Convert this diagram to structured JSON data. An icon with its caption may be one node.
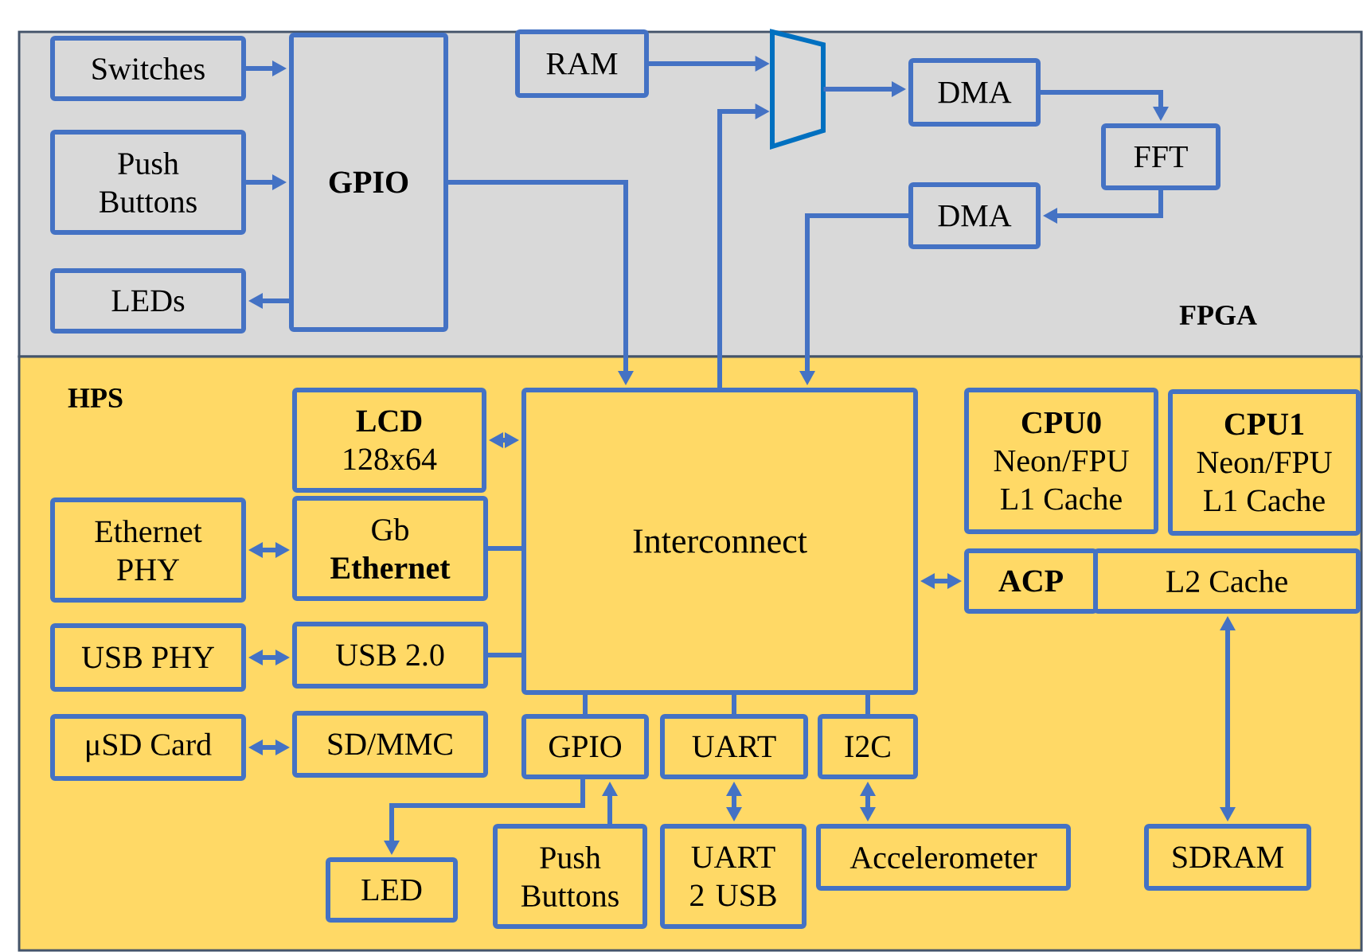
{
  "diagram": {
    "nodes": [
      {
        "text": [
          "FPGA"
        ]
      },
      {
        "text": [
          "HPS"
        ]
      },
      {
        "text": [
          "Switches"
        ],
        "in": 0
      },
      {
        "text": [
          "Push Buttons"
        ],
        "in": 0
      },
      {
        "text": [
          "LEDs"
        ],
        "in": 0
      },
      {
        "text": [
          "GPIO"
        ],
        "in": 0
      },
      {
        "text": [
          "RAM"
        ],
        "in": 0
      },
      {
        "text": [],
        "shape": "trapezoid",
        "in": 0
      },
      {
        "text": [
          "DMA"
        ],
        "in": 0
      },
      {
        "text": [
          "FFT"
        ],
        "in": 0
      },
      {
        "text": [
          "DMA"
        ],
        "in": 0
      },
      {
        "text": [
          "LCD",
          "128x64"
        ],
        "in": 1
      },
      {
        "text": [
          "Interconnect"
        ],
        "in": 1
      },
      {
        "text": [
          "CPU0",
          "Neon/FPU",
          "L1 Cache"
        ],
        "in": 1
      },
      {
        "text": [
          "CPU1",
          "Neon/FPU",
          "L1 Cache"
        ],
        "in": 1
      },
      {
        "text": [
          "ACP"
        ],
        "in": 1
      },
      {
        "text": [
          "L2 Cache"
        ],
        "in": 1
      },
      {
        "text": [
          "Ethernet PHY"
        ],
        "in": 1
      },
      {
        "text": [
          "Gb",
          "Ethernet"
        ],
        "in": 1
      },
      {
        "text": [
          "USB PHY"
        ],
        "in": 1
      },
      {
        "text": [
          "USB 2.0"
        ],
        "in": 1
      },
      {
        "text": [
          "μSD Card"
        ],
        "in": 1
      },
      {
        "text": [
          "SD/MMC"
        ],
        "in": 1
      },
      {
        "text": [
          "GPIO"
        ],
        "in": 1
      },
      {
        "text": [
          "UART"
        ],
        "in": 1
      },
      {
        "text": [
          "I2C"
        ],
        "in": 1
      },
      {
        "text": [
          "LED"
        ],
        "in": 1
      },
      {
        "text": [
          "Push Buttons"
        ],
        "in": 1
      },
      {
        "text": [
          "UART 2 USB"
        ],
        "in": 1
      },
      {
        "text": [
          "Accelerometer"
        ],
        "in": 1
      },
      {
        "text": [
          "SDRAM"
        ],
        "in": 1
      }
    ],
    "edges": [
      {
        "from": 2,
        "to": 5,
        "arrow": "to"
      },
      {
        "from": 3,
        "to": 5,
        "arrow": "to"
      },
      {
        "from": 5,
        "to": 4,
        "arrow": "to"
      },
      {
        "from": 6,
        "to": 7,
        "arrow": "to"
      },
      {
        "from": 12,
        "to": 7,
        "arrow": "to"
      },
      {
        "from": 7,
        "to": 8,
        "arrow": "to"
      },
      {
        "from": 8,
        "to": 9,
        "arrow": "to"
      },
      {
        "from": 9,
        "to": 10,
        "arrow": "to"
      },
      {
        "from": 10,
        "to": 12,
        "arrow": "to"
      },
      {
        "from": 5,
        "to": 12,
        "arrow": "to"
      },
      {
        "from": 11,
        "to": 12,
        "arrow": "both"
      },
      {
        "from": 17,
        "to": 18,
        "arrow": "both"
      },
      {
        "from": 18,
        "to": 12,
        "arrow": "none"
      },
      {
        "from": 19,
        "to": 20,
        "arrow": "both"
      },
      {
        "from": 20,
        "to": 12,
        "arrow": "none"
      },
      {
        "from": 21,
        "to": 22,
        "arrow": "both"
      },
      {
        "from": 12,
        "to": 15,
        "arrow": "both"
      },
      {
        "from": 23,
        "to": 12,
        "arrow": "none"
      },
      {
        "from": 24,
        "to": 12,
        "arrow": "none"
      },
      {
        "from": 25,
        "to": 12,
        "arrow": "none"
      },
      {
        "from": 23,
        "to": 26,
        "arrow": "to"
      },
      {
        "from": 27,
        "to": 23,
        "arrow": "to"
      },
      {
        "from": 24,
        "to": 28,
        "arrow": "both"
      },
      {
        "from": 25,
        "to": 29,
        "arrow": "both"
      },
      {
        "from": 16,
        "to": 30,
        "arrow": "both"
      }
    ]
  }
}
